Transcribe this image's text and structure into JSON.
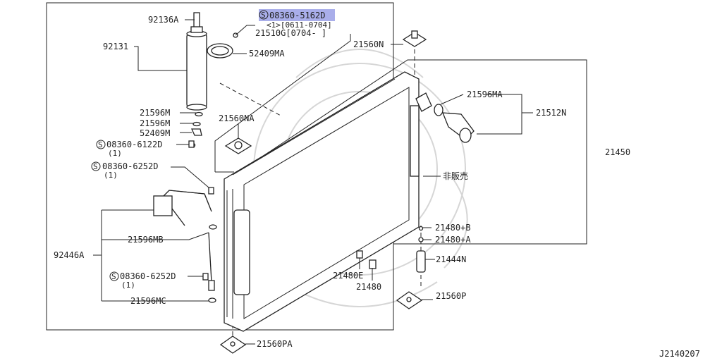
{
  "labels": {
    "p92136A": "92136A",
    "p92131": "92131",
    "bolt_top": "08360-5162D",
    "bolt_top_qty": "<1>[0611-0704]",
    "p21510G": "21510G[0704-  ]",
    "p52409MA": "52409MA",
    "p21560N": "21560N",
    "p21596MA": "21596MA",
    "p21512N": "21512N",
    "p21596M_a": "21596M",
    "p21596M_b": "21596M",
    "p21560NA": "21560NA",
    "p52409M": "52409M",
    "bolt_6122": "08360-6122D",
    "bolt_6122_qty": "(1)",
    "p21450": "21450",
    "bolt_6252_a": "08360-6252D",
    "bolt_6252_a_qty": "(1)",
    "not_for_sale": "非販売",
    "p21480B": "21480+B",
    "p21596MB": "21596MB",
    "p21480A": "21480+A",
    "p92446A": "92446A",
    "p21444N": "21444N",
    "bolt_6252_b": "08360-6252D",
    "bolt_6252_b_qty": "(1)",
    "p21480E": "21480E",
    "p21480": "21480",
    "p21596MC": "21596MC",
    "p21560P": "21560P",
    "p21560PA": "21560PA",
    "diagram_code": "J2140207"
  },
  "icons": {
    "screw_mark": "circled-s-icon"
  },
  "colors": {
    "ink": "#222222",
    "highlight": "#9aa0e6",
    "watermark": "#d6d6d6"
  }
}
